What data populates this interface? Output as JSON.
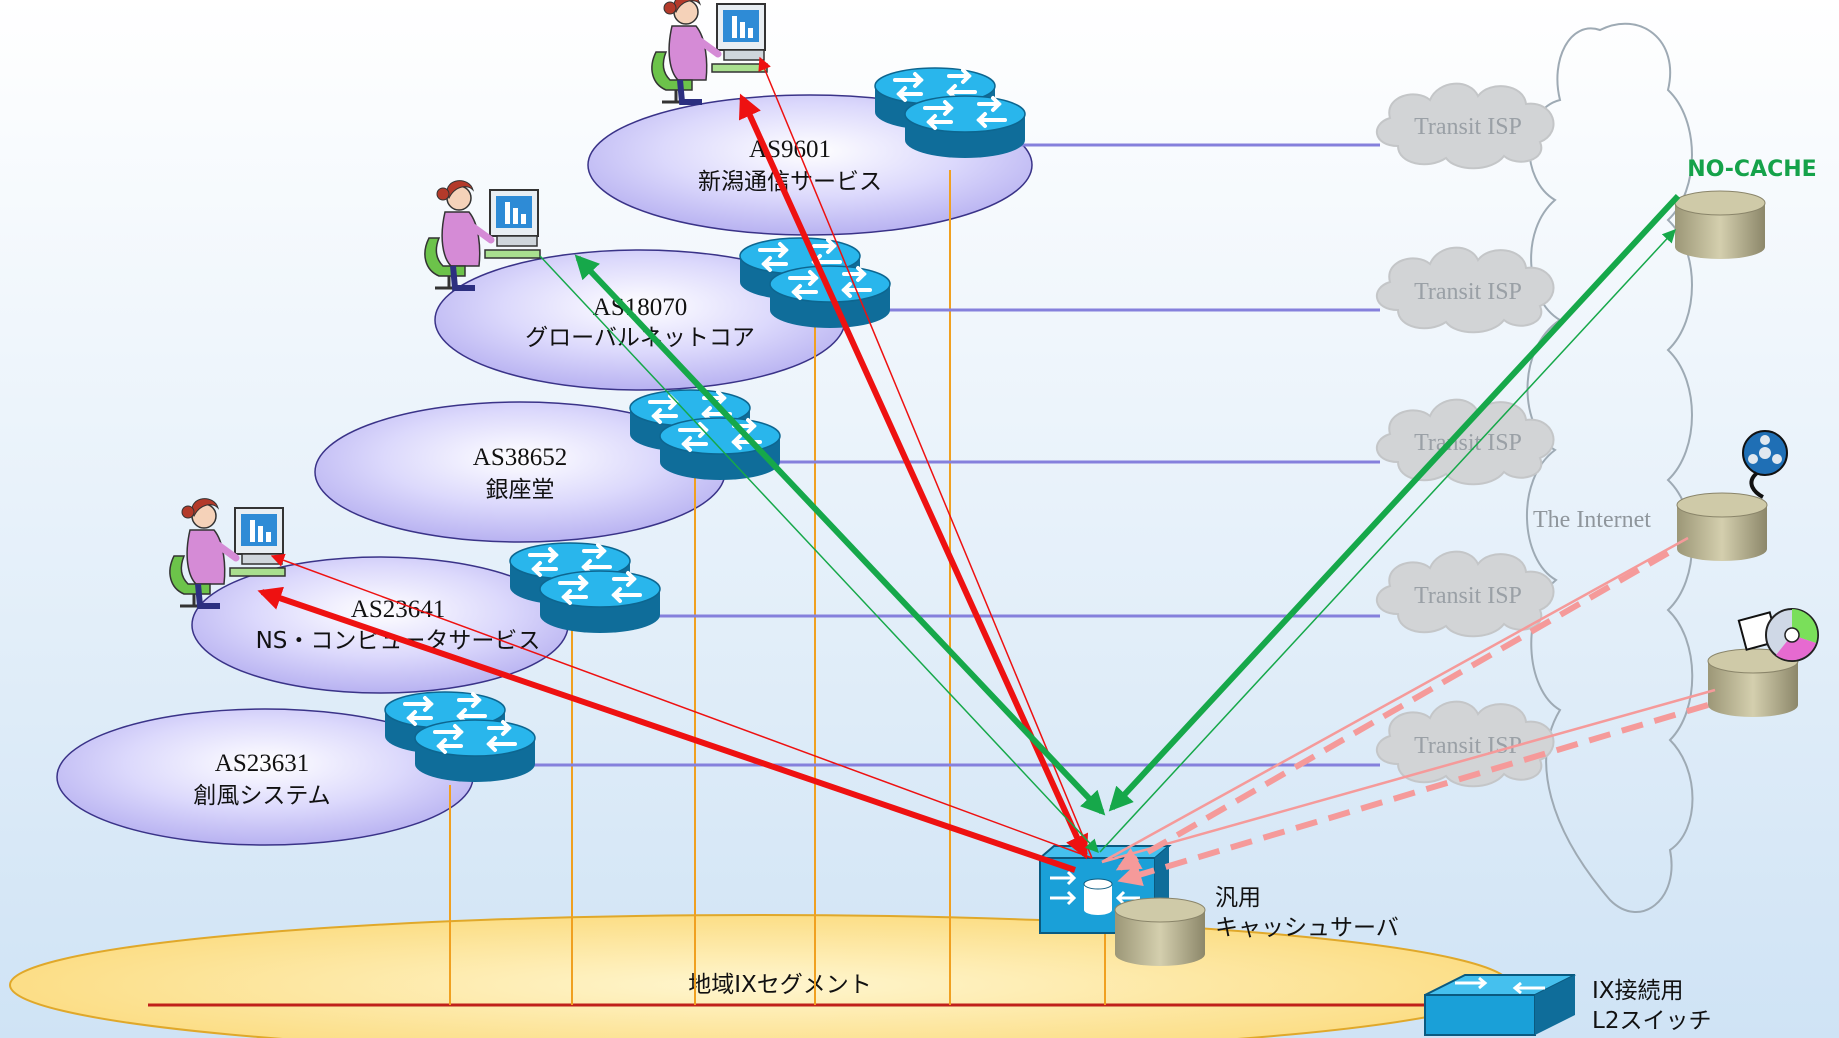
{
  "as_networks": [
    {
      "number": "AS9601",
      "name": "新潟通信サービス",
      "has_user": true
    },
    {
      "number": "AS18070",
      "name": "グローバルネットコア",
      "has_user": true
    },
    {
      "number": "AS38652",
      "name": "銀座堂",
      "has_user": false
    },
    {
      "number": "AS23641",
      "name": "NS・コンピュータサービス",
      "has_user": true
    },
    {
      "number": "AS23631",
      "name": "創風システム",
      "has_user": false
    }
  ],
  "transit": {
    "label": "Transit ISP",
    "count": 5
  },
  "internet": {
    "label": "The Internet"
  },
  "no_cache": {
    "label": "NO-CACHE"
  },
  "cache_server": {
    "line1": "汎用",
    "line2": "キャッシュサーバ"
  },
  "ix_segment": {
    "label": "地域IXセグメント"
  },
  "ix_switch": {
    "line1": "IX接続用",
    "line2": "L2スイッチ"
  },
  "colors": {
    "background_top": "#ffffff",
    "background_bottom": "#cfe3f5",
    "as_fill": "#d9d6fb",
    "as_fill_edge": "#b7b2f1",
    "ix_fill": "#fde39a",
    "router_blue": "#1aa3d9",
    "line_orange": "#f0a020",
    "line_purple": "#8580dc",
    "ix_line": "#c0201a",
    "flow_red": "#ee1111",
    "flow_green": "#16a84a",
    "flow_pink": "#f59a9a"
  }
}
